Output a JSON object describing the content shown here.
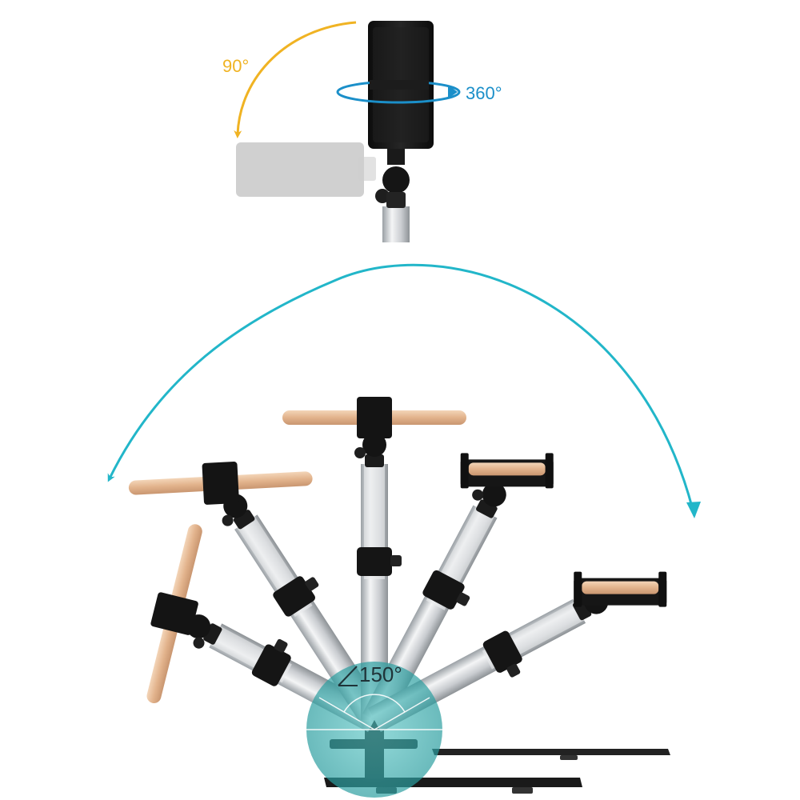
{
  "annotations": {
    "tilt_label": "90°",
    "rotate_label": "360°",
    "swing_label": "150°"
  },
  "colors": {
    "tilt_arrow": "#f0b323",
    "rotate_arrow": "#1b8fc9",
    "swing_arrow": "#22b6c9",
    "pivot_highlight": "#2aa6a8",
    "holder": "#141414",
    "pole": "#cfd2d5",
    "phone": "#e3b893"
  }
}
